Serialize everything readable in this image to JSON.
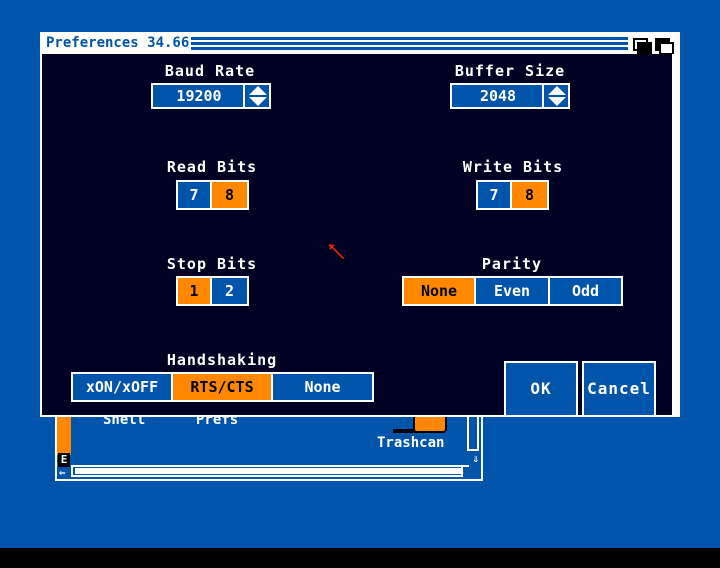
{
  "window": {
    "title": "Preferences 34.66"
  },
  "baud_rate": {
    "label": "Baud Rate",
    "value": "19200"
  },
  "buffer_size": {
    "label": "Buffer Size",
    "value": "2048"
  },
  "read_bits": {
    "label": "Read Bits",
    "options": [
      "7",
      "8"
    ],
    "selected": "8"
  },
  "write_bits": {
    "label": "Write Bits",
    "options": [
      "7",
      "8"
    ],
    "selected": "8"
  },
  "stop_bits": {
    "label": "Stop Bits",
    "options": [
      "1",
      "2"
    ],
    "selected": "1"
  },
  "parity": {
    "label": "Parity",
    "options": [
      "None",
      "Even",
      "Odd"
    ],
    "selected": "None"
  },
  "handshaking": {
    "label": "Handshaking",
    "options": [
      "xON/xOFF",
      "RTS/CTS",
      "None"
    ],
    "selected": "RTS/CTS"
  },
  "buttons": {
    "ok": "OK",
    "cancel": "Cancel"
  },
  "drawer": {
    "e_label": "E",
    "icons": [
      "Shell",
      "Prefs",
      "Trashcan"
    ]
  },
  "colors": {
    "background": "#0055aa",
    "accent": "#ff8800",
    "window_bg": "#000022",
    "text": "#ffffff"
  },
  "icons": [
    "depth-gadget-icon",
    "scroll-arrow-icon",
    "trashcan-icon",
    "mouse-pointer-icon"
  ]
}
